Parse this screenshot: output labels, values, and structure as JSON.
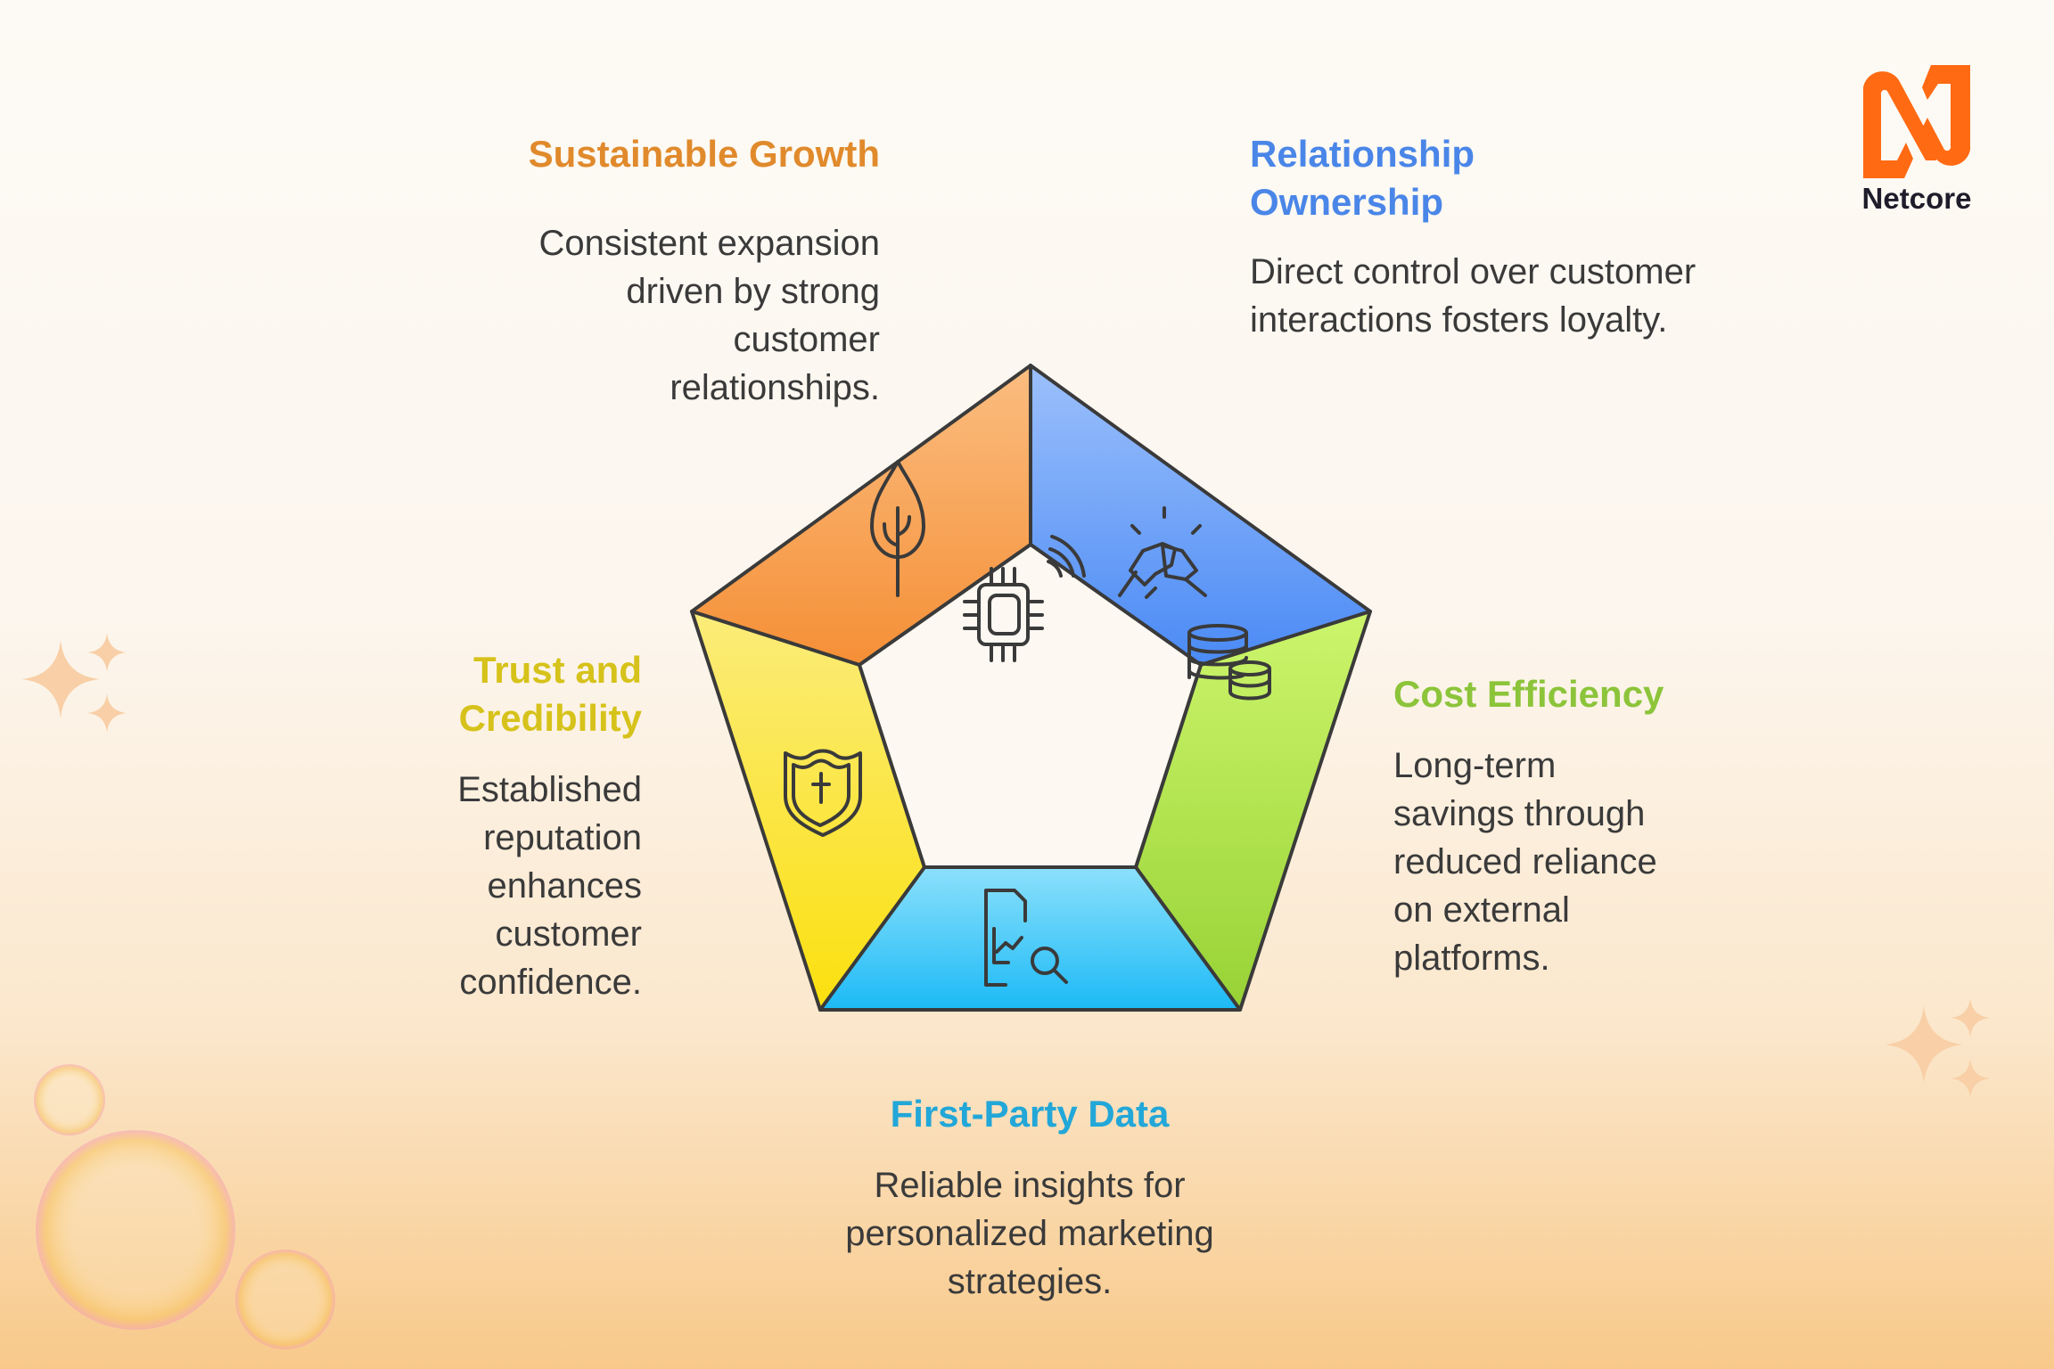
{
  "brand": {
    "name": "Netcore",
    "color": "#ff6a13"
  },
  "segments": [
    {
      "id": "sustainable-growth",
      "title": "Sustainable Growth",
      "title_lines": [
        "Sustainable Growth"
      ],
      "body_lines": [
        "Consistent expansion",
        "driven by strong",
        "customer",
        "relationships."
      ],
      "color": "#e08a2c",
      "icon": "tree-icon"
    },
    {
      "id": "relationship-ownership",
      "title": "Relationship Ownership",
      "title_lines": [
        "Relationship",
        "Ownership"
      ],
      "body_lines": [
        "Direct control over customer",
        "interactions fosters loyalty."
      ],
      "color": "#4a86e8",
      "icon": "handshake-icon"
    },
    {
      "id": "cost-efficiency",
      "title": "Cost Efficiency",
      "title_lines": [
        "Cost Efficiency"
      ],
      "body_lines": [
        "Long-term",
        "savings through",
        "reduced reliance",
        "on external",
        "platforms."
      ],
      "color": "#8cc43a",
      "icon": "coins-icon"
    },
    {
      "id": "first-party-data",
      "title": "First-Party Data",
      "title_lines": [
        "First-Party Data"
      ],
      "body_lines": [
        "Reliable insights for",
        "personalized marketing",
        "strategies."
      ],
      "color": "#22a7d8",
      "icon": "document-analytics-icon"
    },
    {
      "id": "trust-credibility",
      "title": "Trust and Credibility",
      "title_lines": [
        "Trust and",
        "Credibility"
      ],
      "body_lines": [
        "Established",
        "reputation",
        "enhances",
        "customer",
        "confidence."
      ],
      "color": "#d6c21a",
      "icon": "shield-cross-icon"
    }
  ],
  "center_icon": "chip-wireless-icon"
}
